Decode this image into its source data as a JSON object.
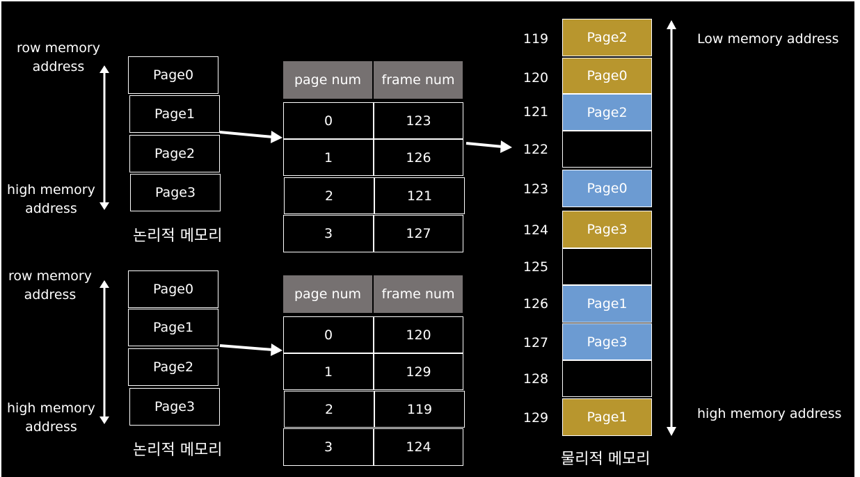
{
  "colors": {
    "background": "#000000",
    "gold": "#B8962E",
    "blue": "#6C9BD2",
    "header": "#767171",
    "line": "#FFFFFF"
  },
  "top": {
    "low_label": "row memory\naddress",
    "high_label": "high memory\naddress",
    "pages": [
      "Page0",
      "Page1",
      "Page2",
      "Page3"
    ],
    "caption": "논리적 메모리",
    "table": {
      "headers": [
        "page num",
        "frame num"
      ],
      "rows": [
        [
          "0",
          "123"
        ],
        [
          "1",
          "126"
        ],
        [
          "2",
          "121"
        ],
        [
          "3",
          "127"
        ]
      ]
    }
  },
  "bottom": {
    "low_label": "row memory\naddress",
    "high_label": "high memory\naddress",
    "pages": [
      "Page0",
      "Page1",
      "Page2",
      "Page3"
    ],
    "caption": "논리적 메모리",
    "table": {
      "headers": [
        "page num",
        "frame num"
      ],
      "rows": [
        [
          "0",
          "120"
        ],
        [
          "1",
          "129"
        ],
        [
          "2",
          "119"
        ],
        [
          "3",
          "124"
        ]
      ]
    }
  },
  "physical": {
    "caption": "물리적 메모리",
    "low_label": "Low memory address",
    "high_label": "high memory address",
    "frames": [
      {
        "num": "119",
        "label": "Page2",
        "color": "gold"
      },
      {
        "num": "120",
        "label": "Page0",
        "color": "gold"
      },
      {
        "num": "121",
        "label": "Page2",
        "color": "blue"
      },
      {
        "num": "122",
        "label": "",
        "color": "black"
      },
      {
        "num": "123",
        "label": "Page0",
        "color": "blue"
      },
      {
        "num": "124",
        "label": "Page3",
        "color": "gold"
      },
      {
        "num": "125",
        "label": "",
        "color": "black"
      },
      {
        "num": "126",
        "label": "Page1",
        "color": "blue"
      },
      {
        "num": "127",
        "label": "Page3",
        "color": "blue"
      },
      {
        "num": "128",
        "label": "",
        "color": "black"
      },
      {
        "num": "129",
        "label": "Page1",
        "color": "gold"
      }
    ]
  }
}
